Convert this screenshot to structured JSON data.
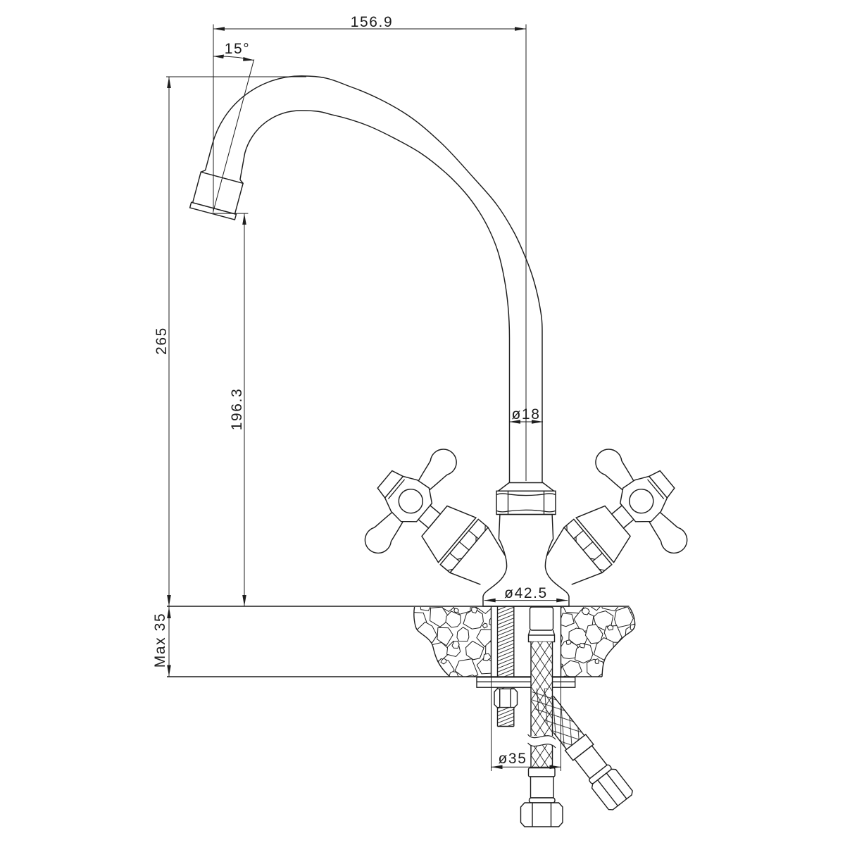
{
  "drawing": {
    "kind": "faucet-technical-drawing",
    "background_color": "#ffffff",
    "line_color": "#1d1d1d",
    "dimensions": {
      "spout_reach": "156.9",
      "spout_angle": "15°",
      "overall_height": "265",
      "outlet_height": "196.3",
      "max_counter_thickness": "Max 35",
      "tube_diameter": "ø18",
      "base_diameter": "ø42.5",
      "hole_diameter": "ø35"
    }
  }
}
